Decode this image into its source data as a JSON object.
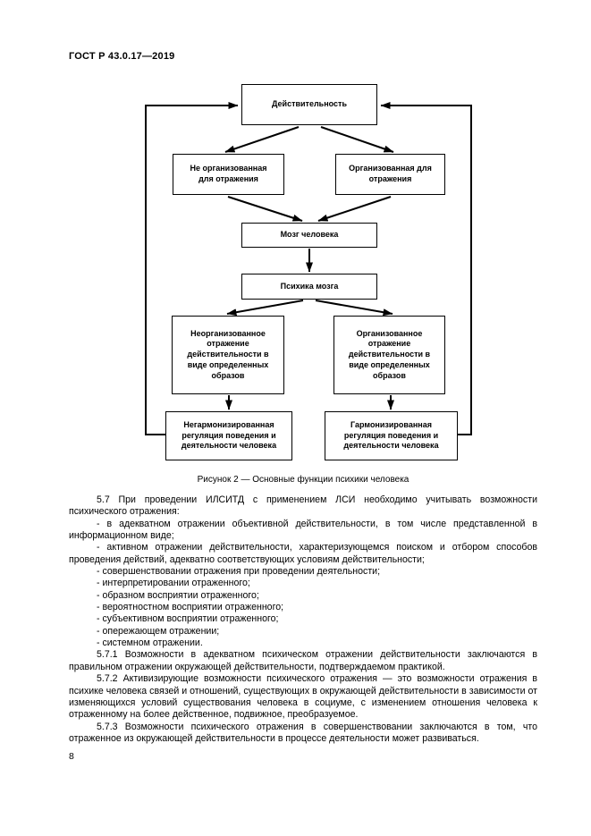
{
  "page": {
    "header": "ГОСТ Р 43.0.17—2019",
    "number": "8"
  },
  "figure": {
    "caption": "Рисунок 2 — Основные функции психики человека",
    "boxes": {
      "reality": "Действительность",
      "not_organized": "Не организованная для отражения",
      "organized": "Организованная для отражения",
      "brain": "Мозг человека",
      "psyche": "Психика мозга",
      "unorganized_reflection": "Неорганизованное отражение действительности в виде определенных образов",
      "organized_reflection": "Организованное отражение действительности в виде определенных образов",
      "nonharmonized_regulation": "Негармонизированная регуляция поведения и деятельности человека",
      "harmonized_regulation": "Гармонизированная регуляция поведения и деятельности человека"
    }
  },
  "content": {
    "paragraphs": [
      "5.7 При проведении ИЛСИТД с применением ЛСИ необходимо учитывать возможности психического отражения:",
      "- в адекватном отражении объективной действительности, в том числе представленной в информационном виде;",
      "- активном отражении действительности, характеризующемся поиском и отбором способов проведения действий, адекватно соответствующих условиям действительности;",
      "- совершенствовании отражения при проведении деятельности;",
      "- интерпретировании отраженного;",
      "- образном восприятии отраженного;",
      "- вероятностном восприятии отраженного;",
      "- субъективном восприятии отраженного;",
      "- опережающем отражении;",
      "- системном отражении.",
      "5.7.1 Возможности в адекватном психическом отражении действительности заключаются в правильном отражении окружающей действительности, подтверждаемом практикой.",
      "5.7.2 Активизирующие возможности психического отражения — это возможности отражения в психике человека связей и отношений, существующих в окружающей действительности в зависимости от изменяющихся условий существования человека в социуме, с изменением отношения человека к отраженному на более действенное, подвижное, преобразуемое.",
      "5.7.3 Возможности психического отражения в совершенствовании заключаются в том, что отраженное из окружающей действительности в процессе деятельности может развиваться."
    ]
  }
}
